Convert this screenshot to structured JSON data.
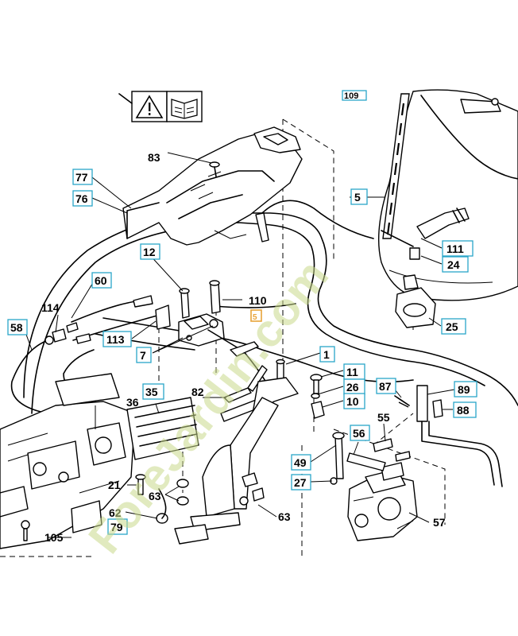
{
  "labels_boxed": {
    "l5": "5",
    "l111": "111",
    "l24": "24",
    "l25": "25",
    "l77": "77",
    "l76": "76",
    "l12": "12",
    "l60": "60",
    "l58": "58",
    "l113": "113",
    "l7": "7",
    "l1": "1",
    "l11": "11",
    "l26": "26",
    "l10": "10",
    "l87": "87",
    "l89": "89",
    "l88": "88",
    "l35": "35",
    "l56": "56",
    "l49": "49",
    "l27": "27",
    "l79": "79"
  },
  "labels_plain": {
    "l83": "83",
    "l110": "110",
    "l114": "114",
    "l36": "36",
    "l82": "82",
    "l55": "55",
    "l21": "21",
    "l63a": "63",
    "l62": "62",
    "l63b": "63",
    "l57": "57",
    "l105": "105",
    "l109": "109"
  },
  "watermark": "ForeJardin.com",
  "colors": {
    "label_box": "#2aa6c8",
    "highlight": "#e8a33a",
    "watermark": "#c8d98a"
  },
  "icons": [
    "warning-triangle-icon",
    "manual-book-icon"
  ]
}
